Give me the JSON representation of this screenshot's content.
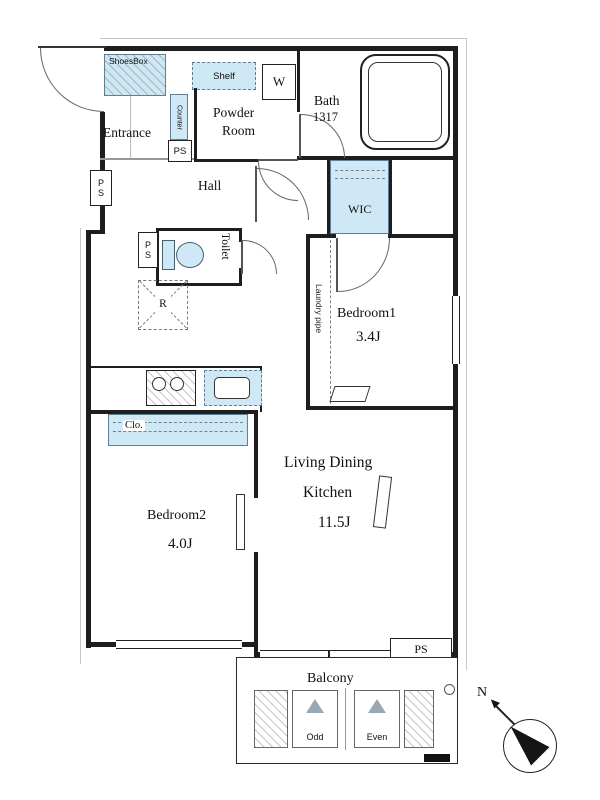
{
  "labels": {
    "entrance": "Entrance",
    "shoes_box": "ShoesBox",
    "shelf": "Shelf",
    "counter": "Counter",
    "ps": "PS",
    "p": "P",
    "s": "S",
    "washer": "W",
    "powder_line1": "Powder",
    "powder_line2": "Room",
    "bath": "Bath",
    "bath_size": "1317",
    "hall": "Hall",
    "toilet": "Toilet",
    "wic": "WIC",
    "refrigerator": "R",
    "laundry_pipe": "Laundry pipe",
    "bedroom1": "Bedroom1",
    "bedroom1_size": "3.4J",
    "closet": "Clo.",
    "bedroom2": "Bedroom2",
    "bedroom2_size": "4.0J",
    "ldk_line1": "Living Dining",
    "ldk_line2": "Kitchen",
    "ldk_size": "11.5J",
    "balcony": "Balcony",
    "odd": "Odd",
    "even": "Even",
    "north": "N"
  },
  "colors": {
    "fixture_fill": "#cfe8f5",
    "wall": "#1e1e1e",
    "fixture_border": "#5f7f97"
  }
}
